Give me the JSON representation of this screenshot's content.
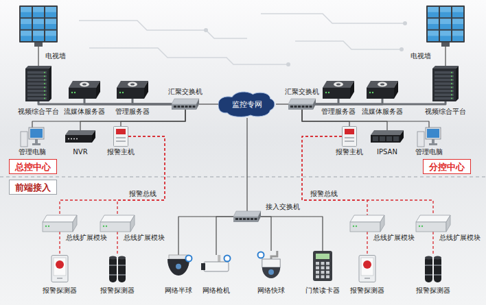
{
  "diagram": {
    "nodes": [
      {
        "text": [
          "电视墙"
        ]
      },
      {
        "text": [
          "视频综合平台"
        ]
      },
      {
        "text": [
          "流媒体服务器"
        ]
      },
      {
        "text": [
          "管理服务器"
        ]
      },
      {
        "text": [
          "管理电脑"
        ]
      },
      {
        "text": [
          "NVR"
        ]
      },
      {
        "text": [
          "报警主机"
        ]
      },
      {
        "text": [
          "汇聚交换机"
        ]
      },
      {
        "text": [
          "监控专网"
        ]
      },
      {
        "text": [
          "汇聚交换机"
        ]
      },
      {
        "text": [
          "管理服务器"
        ]
      },
      {
        "text": [
          "流媒体服务器"
        ]
      },
      {
        "text": [
          "视频综合平台"
        ]
      },
      {
        "text": [
          "电视墙"
        ]
      },
      {
        "text": [
          "报警主机"
        ]
      },
      {
        "text": [
          "IPSAN"
        ]
      },
      {
        "text": [
          "管理电脑"
        ]
      },
      {
        "text": [
          "总控中心"
        ]
      },
      {
        "text": [
          "分控中心"
        ]
      },
      {
        "text": [
          "前端接入"
        ]
      },
      {
        "text": [
          "总线扩展模块"
        ]
      },
      {
        "text": [
          "总线扩展模块"
        ]
      },
      {
        "text": [
          "报警探测器"
        ]
      },
      {
        "text": [
          "报警探测器"
        ]
      },
      {
        "text": [
          "接入交换机"
        ]
      },
      {
        "text": [
          "网络半球"
        ]
      },
      {
        "text": [
          "网络枪机"
        ]
      },
      {
        "text": [
          "网络快球"
        ]
      },
      {
        "text": [
          "门禁读卡器"
        ]
      },
      {
        "text": [
          "总线扩展模块"
        ]
      },
      {
        "text": [
          "总线扩展模块"
        ]
      },
      {
        "text": [
          "报警探测器"
        ]
      },
      {
        "text": [
          "报警探测器"
        ]
      }
    ],
    "edges": [
      {
        "from": 0,
        "to": 1,
        "arrow": "none"
      },
      {
        "from": 1,
        "to": 7,
        "arrow": "none"
      },
      {
        "from": 2,
        "to": 7,
        "arrow": "none"
      },
      {
        "from": 3,
        "to": 7,
        "arrow": "none"
      },
      {
        "from": 4,
        "to": 7,
        "arrow": "none"
      },
      {
        "from": 5,
        "to": 7,
        "arrow": "none"
      },
      {
        "from": 6,
        "to": 7,
        "arrow": "none"
      },
      {
        "from": 7,
        "to": 8,
        "arrow": "none"
      },
      {
        "from": 8,
        "to": 9,
        "arrow": "none"
      },
      {
        "from": 9,
        "to": 10,
        "arrow": "none"
      },
      {
        "from": 9,
        "to": 11,
        "arrow": "none"
      },
      {
        "from": 9,
        "to": 12,
        "arrow": "none"
      },
      {
        "from": 9,
        "to": 14,
        "arrow": "none"
      },
      {
        "from": 9,
        "to": 15,
        "arrow": "none"
      },
      {
        "from": 9,
        "to": 16,
        "arrow": "none"
      },
      {
        "from": 12,
        "to": 13,
        "arrow": "none"
      },
      {
        "from": 8,
        "to": 24,
        "arrow": "none"
      },
      {
        "from": 24,
        "to": 25,
        "arrow": "none"
      },
      {
        "from": 24,
        "to": 26,
        "arrow": "none"
      },
      {
        "from": 24,
        "to": 27,
        "arrow": "none"
      },
      {
        "from": 24,
        "to": 28,
        "arrow": "none"
      },
      {
        "from": 6,
        "to": 20,
        "label": "报警总线",
        "arrow": "none"
      },
      {
        "from": 6,
        "to": 21,
        "arrow": "none"
      },
      {
        "from": 20,
        "to": 22,
        "arrow": "none"
      },
      {
        "from": 21,
        "to": 23,
        "arrow": "none"
      },
      {
        "from": 14,
        "to": 29,
        "label": "报警总线",
        "arrow": "none"
      },
      {
        "from": 14,
        "to": 30,
        "arrow": "none"
      },
      {
        "from": 29,
        "to": 31,
        "arrow": "none"
      },
      {
        "from": 30,
        "to": 32,
        "arrow": "none"
      }
    ]
  }
}
